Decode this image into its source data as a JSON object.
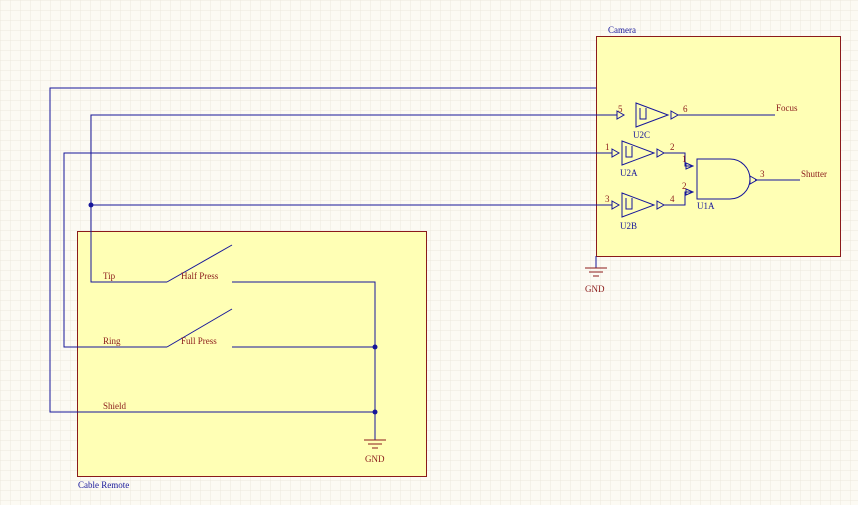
{
  "colors": {
    "background": "#fcfaf3",
    "grid": "#ece8dc",
    "block_fill": "#ffffb5",
    "block_border": "#8b1a1a",
    "wire": "#16169a",
    "component": "#8b1a1a",
    "pin_label": "#8b1a1a",
    "designator": "#16169a"
  },
  "camera_block": {
    "title": "Camera",
    "gates": {
      "u2c": {
        "designator": "U2C",
        "pin_in": "5",
        "pin_out": "6"
      },
      "u2a": {
        "designator": "U2A",
        "pin_in": "1",
        "pin_out": "2"
      },
      "u2b": {
        "designator": "U2B",
        "pin_in": "3",
        "pin_out": "4"
      },
      "u1a": {
        "designator": "U1A",
        "pin_in_a": "1",
        "pin_in_b": "2",
        "pin_out": "3"
      }
    },
    "outputs": {
      "focus": "Focus",
      "shutter": "Shutter"
    },
    "ground": "GND",
    "schmitt_symbol": "⎍"
  },
  "remote_block": {
    "title": "Cable Remote",
    "nets": {
      "tip": "Tip",
      "ring": "Ring",
      "shield": "Shield"
    },
    "switches": {
      "half": "Half Press",
      "full": "Full Press"
    },
    "ground": "GND"
  }
}
